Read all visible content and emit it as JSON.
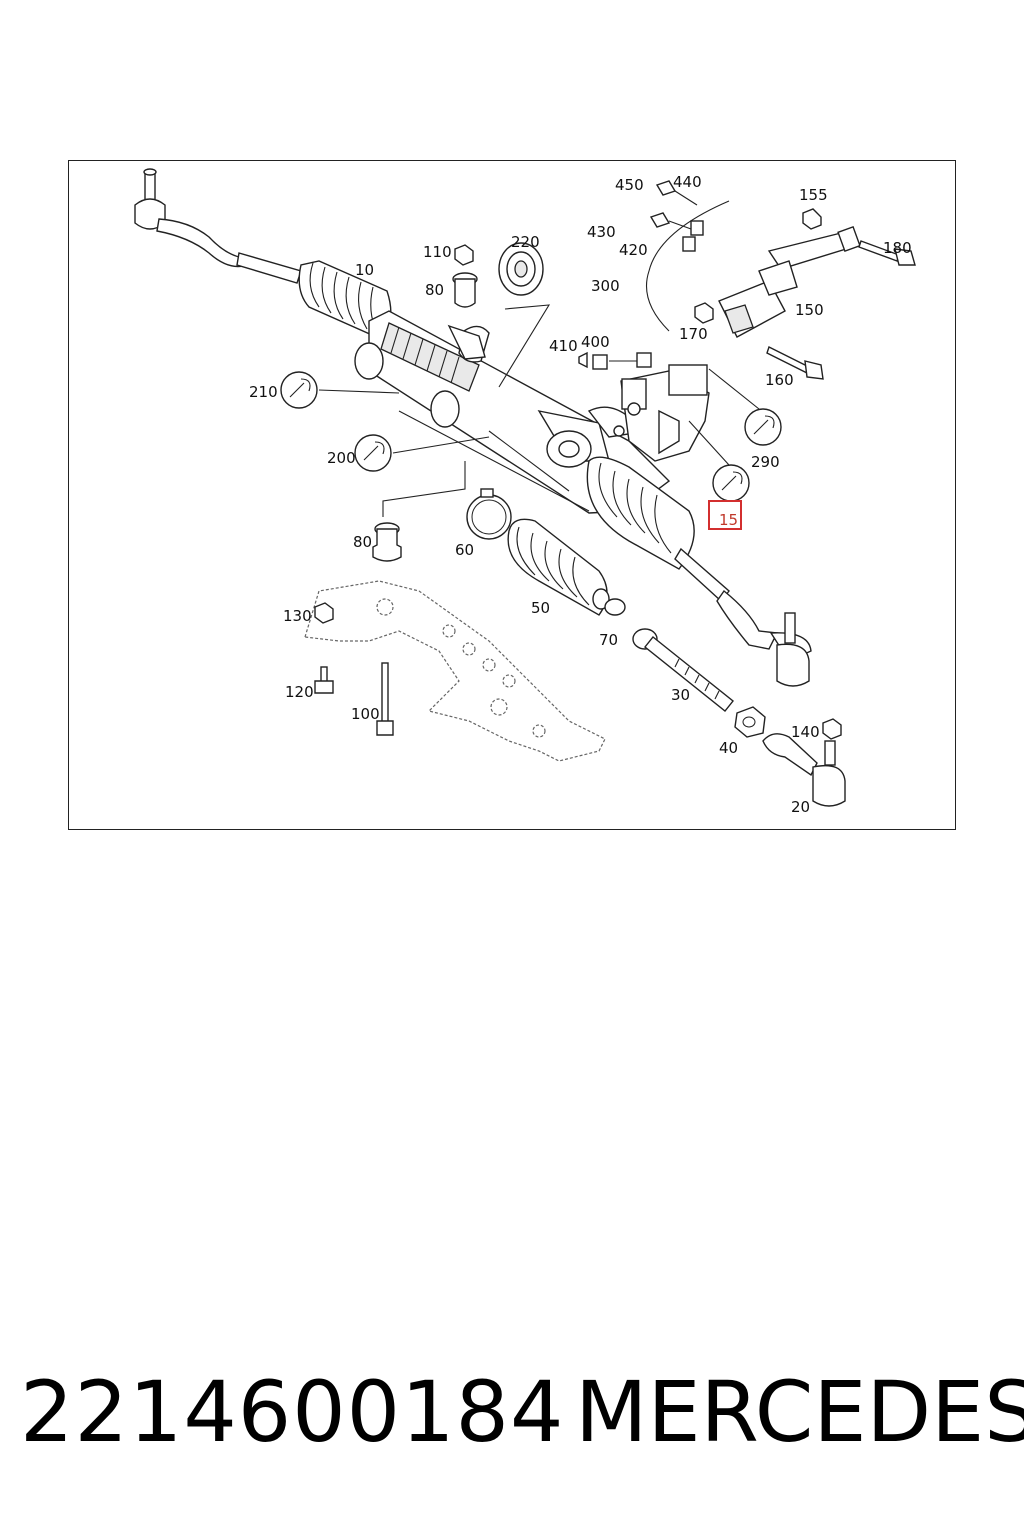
{
  "callouts": {
    "c10": "10",
    "c15": "15",
    "c20": "20",
    "c30": "30",
    "c40": "40",
    "c50": "50",
    "c60": "60",
    "c70": "70",
    "c80a": "80",
    "c80b": "80",
    "c100": "100",
    "c110": "110",
    "c120": "120",
    "c130": "130",
    "c140": "140",
    "c150": "150",
    "c155": "155",
    "c160": "160",
    "c170": "170",
    "c180": "180",
    "c200": "200",
    "c210": "210",
    "c220": "220",
    "c290": "290",
    "c300": "300",
    "c400": "400",
    "c410": "410",
    "c420": "420",
    "c430": "430",
    "c440": "440",
    "c450": "450"
  },
  "highlight_color": "#d32f2f",
  "footer": {
    "part_number": "2214600184",
    "brand": "MERCEDES"
  }
}
